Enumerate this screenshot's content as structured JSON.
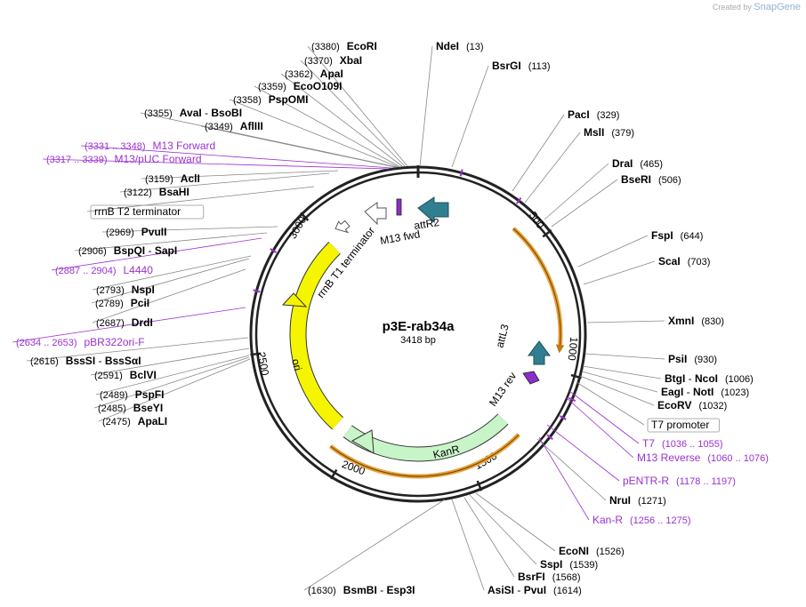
{
  "credit": {
    "prefix": "Created by",
    "brand": "SnapGene"
  },
  "plasmid": {
    "name": "p3E-rab34a",
    "length_label": "3418 bp",
    "length_bp": 3418
  },
  "ticks": [
    "500",
    "1000",
    "1500",
    "2000",
    "2500",
    "3000"
  ],
  "colors": {
    "ring": "#222222",
    "primer": "#9b30d0",
    "orange": "#e8a33c",
    "ori": "#f5f500",
    "kanr": "#c8f5c8",
    "att": "#2f7f90",
    "purple_feature": "#8a2fc9"
  },
  "features": [
    {
      "name": "attR2",
      "type": "att-arrow"
    },
    {
      "name": "M13 fwd",
      "type": "primer-site"
    },
    {
      "name": "rrnB T1 terminator",
      "type": "terminator-outline"
    },
    {
      "name": "attL3",
      "type": "att-arrow"
    },
    {
      "name": "M13 rev",
      "type": "primer-site"
    },
    {
      "name": "KanR",
      "type": "cds"
    },
    {
      "name": "ori",
      "type": "origin"
    }
  ],
  "labels_right": [
    {
      "name": "NdeI",
      "pos": "(13)"
    },
    {
      "name": "BsrGI",
      "pos": "(113)"
    },
    {
      "name": "PacI",
      "pos": "(329)"
    },
    {
      "name": "MslI",
      "pos": "(379)"
    },
    {
      "name": "DraI",
      "pos": "(465)"
    },
    {
      "name": "BseRI",
      "pos": "(506)"
    },
    {
      "name": "FspI",
      "pos": "(644)"
    },
    {
      "name": "ScaI",
      "pos": "(703)"
    },
    {
      "name": "XmnI",
      "pos": "(830)"
    },
    {
      "name": "PsiI",
      "pos": "(930)"
    },
    {
      "name": "BtgI",
      "name2": "NcoI",
      "pos": "(1006)"
    },
    {
      "name": "EagI",
      "name2": "NotI",
      "pos": "(1023)"
    },
    {
      "name": "EcoRV",
      "pos": "(1032)"
    },
    {
      "box": "T7 promoter"
    },
    {
      "primer": "T7",
      "range": "(1036 .. 1055)"
    },
    {
      "primer": "M13 Reverse",
      "range": "(1060 .. 1076)"
    },
    {
      "primer": "pENTR-R",
      "range": "(1178 .. 1197)"
    },
    {
      "name": "NruI",
      "pos": "(1271)"
    },
    {
      "primer": "Kan-R",
      "range": "(1256 .. 1275)"
    },
    {
      "name": "EcoNI",
      "pos": "(1526)"
    },
    {
      "name": "SspI",
      "pos": "(1539)"
    },
    {
      "name": "BsrFI",
      "pos": "(1568)"
    },
    {
      "name": "AsiSI",
      "name2": "PvuI",
      "pos": "(1614)"
    }
  ],
  "labels_left": [
    {
      "name": "EcoRI",
      "pos": "(3380)"
    },
    {
      "name": "XbaI",
      "pos": "(3370)"
    },
    {
      "name": "ApaI",
      "pos": "(3362)"
    },
    {
      "name": "EcoO109I",
      "pos": "(3359)"
    },
    {
      "name": "PspOMI",
      "pos": "(3358)"
    },
    {
      "name": "AvaI",
      "name2": "BsoBI",
      "pos": "(3355)"
    },
    {
      "name": "AflIII",
      "pos": "(3349)"
    },
    {
      "primer": "M13 Forward",
      "range": "(3331 .. 3348)"
    },
    {
      "primer": "M13/pUC Forward",
      "range": "(3317 .. 3339)"
    },
    {
      "name": "AclI",
      "pos": "(3159)"
    },
    {
      "name": "BsaHI",
      "pos": "(3122)"
    },
    {
      "box": "rrnB T2 terminator"
    },
    {
      "name": "PvuII",
      "pos": "(2969)"
    },
    {
      "name": "BspQI",
      "name2": "SapI",
      "pos": "(2906)"
    },
    {
      "primer": "L4440",
      "range": "(2887 .. 2904)"
    },
    {
      "name": "NspI",
      "pos": "(2793)"
    },
    {
      "name": "PciI",
      "pos": "(2789)"
    },
    {
      "name": "DrdI",
      "pos": "(2687)"
    },
    {
      "primer": "pBR322ori-F",
      "range": "(2634 .. 2653)"
    },
    {
      "name": "BssSI",
      "name2": "BssSαI",
      "pos": "(2616)"
    },
    {
      "name": "BclVI",
      "pos": "(2591)"
    },
    {
      "name": "PspFI",
      "pos": "(2489)"
    },
    {
      "name": "BseYI",
      "pos": "(2485)"
    },
    {
      "name": "ApaLI",
      "pos": "(2475)"
    },
    {
      "name": "BsmBI",
      "name2": "Esp3I",
      "pos": "(1630)"
    }
  ]
}
